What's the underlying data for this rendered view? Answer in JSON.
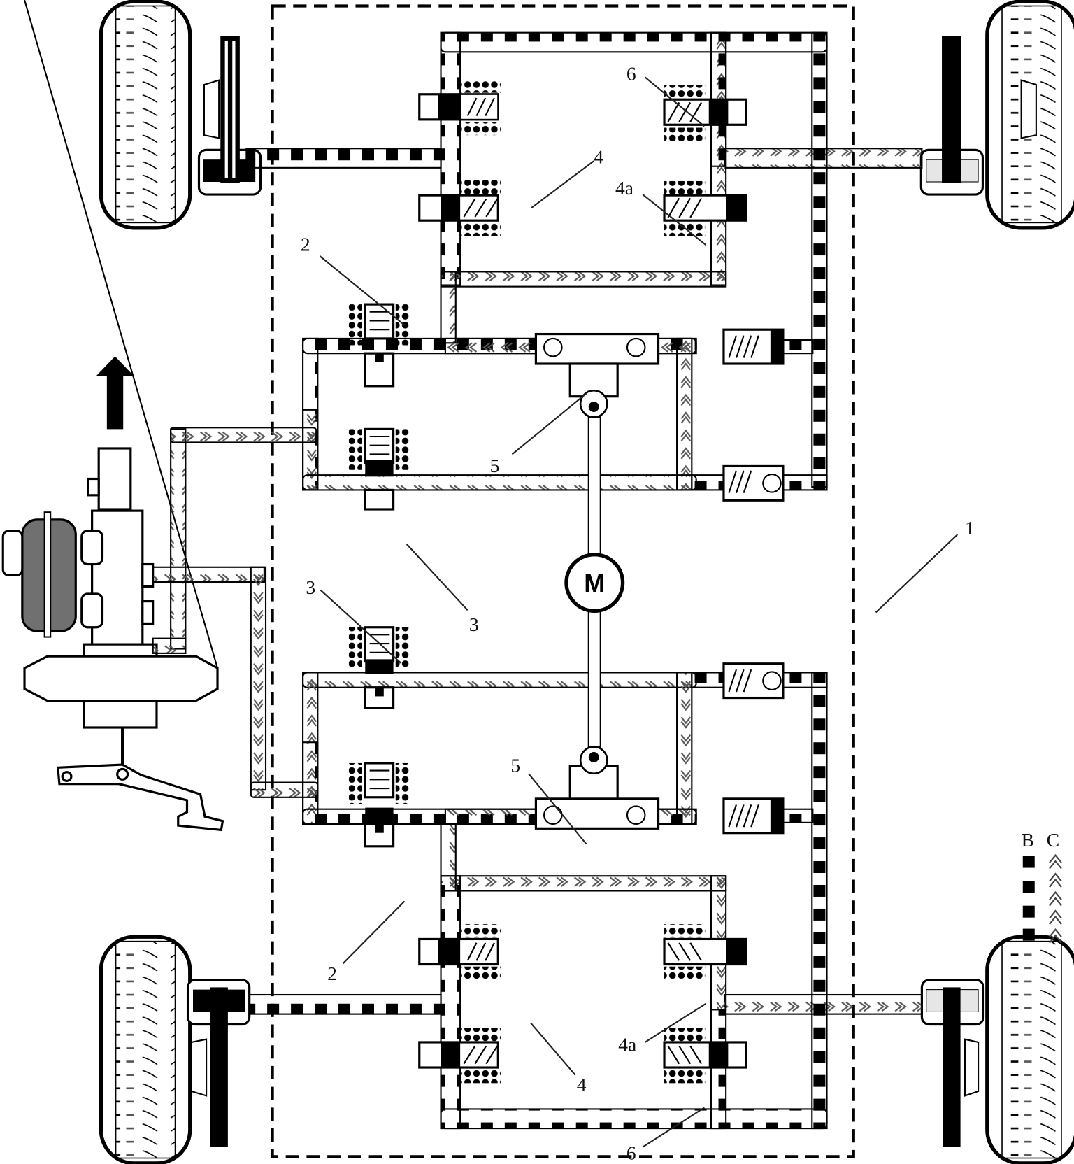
{
  "title": "ABS hydraulic circuit schematic",
  "labels": {
    "housing": "1",
    "inlet_valve_top": "2",
    "inlet_valve_bottom": "2",
    "outlet_valve_top": "3",
    "outlet_valve_bottom": "3",
    "solenoid_front_left": "4",
    "solenoid_front_right": "4a",
    "solenoid_rear_left": "4",
    "solenoid_rear_right": "4a",
    "pump_top": "5",
    "pump_bottom": "5",
    "valve_top_right": "6",
    "valve_bottom_right": "6",
    "motor": "M"
  },
  "legend": {
    "b_label": "B",
    "c_label": "C",
    "b_meaning": "square-pattern line",
    "c_meaning": "chevron-pattern line"
  },
  "icons": {
    "direction": "arrow-up-icon",
    "motor": "motor-icon",
    "wheel": "tire-icon",
    "brake": "disc-brake-icon",
    "master_cylinder": "master-cylinder-icon",
    "pedal": "brake-pedal-icon"
  },
  "colors": {
    "line": "#000000",
    "reservoir": "#707070",
    "pad": "#e6e6e6"
  }
}
